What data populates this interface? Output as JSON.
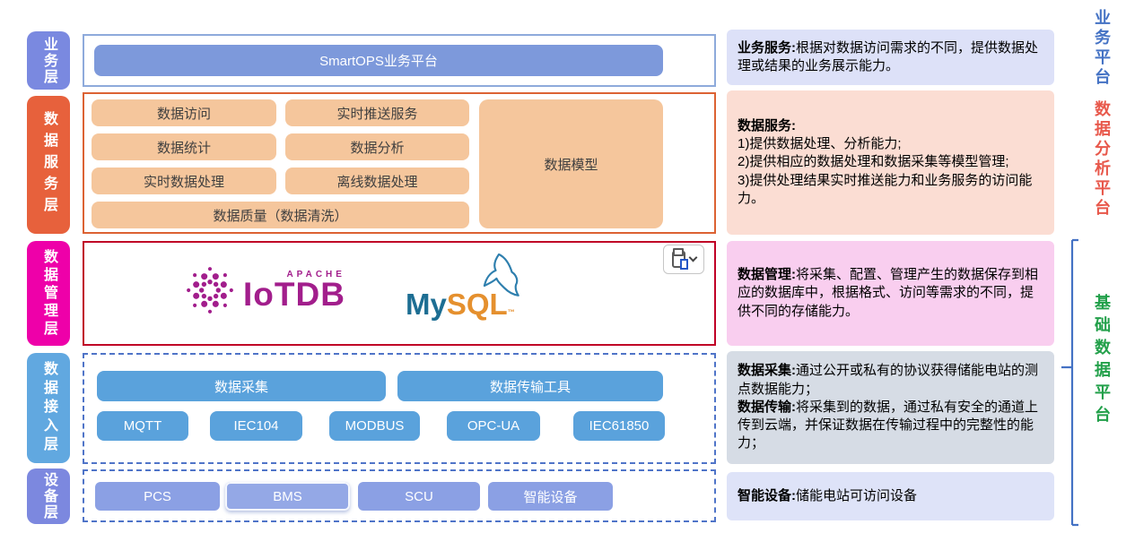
{
  "sidebar": {
    "items": [
      {
        "label": "业务层",
        "color": "#7A89E0"
      },
      {
        "label": "数据服务层",
        "color": "#E7613C"
      },
      {
        "label": "数据管理层",
        "color": "#EE00A9"
      },
      {
        "label": "数据接入层",
        "color": "#61A8E0"
      },
      {
        "label": "设备层",
        "color": "#7C88DF"
      }
    ]
  },
  "main": {
    "business": {
      "bar": "SmartOPS业务平台"
    },
    "services": {
      "grid": [
        "数据访问",
        "实时推送服务",
        "数据统计",
        "数据分析",
        "实时数据处理",
        "离线数据处理"
      ],
      "wide": "数据质量（数据清洗）",
      "model": "数据模型"
    },
    "management": {
      "iotdb": {
        "apache": "APACHE",
        "name": "IoTDB"
      },
      "mysql": {
        "my": "My",
        "sql": "SQL",
        "tm": "™"
      }
    },
    "access": {
      "bars": [
        "数据采集",
        "数据传输工具"
      ],
      "protocols": [
        "MQTT",
        "IEC104",
        "MODBUS",
        "OPC-UA",
        "IEC61850"
      ]
    },
    "devices": {
      "boxes": [
        "PCS",
        "BMS",
        "SCU",
        "智能设备"
      ]
    }
  },
  "descriptions": [
    {
      "bold1": "业务服务:",
      "text1": "根据对数据访问需求的不同，提供数据处理或结果的业务展示能力。",
      "bg": "#DDE1F8"
    },
    {
      "bold1": "数据服务:",
      "text1": "\n1)提供数据处理、分析能力;\n2)提供相应的数据处理和数据采集等模型管理;\n3)提供处理结果实时推送能力和业务服务的访问能力。",
      "bg": "#FBDDD3"
    },
    {
      "bold1": "数据管理:",
      "text1": "将采集、配置、管理产生的数据保存到相应的数据库中，根据格式、访问等需求的不同，提供不同的存储能力。",
      "bg": "#F9CEEF"
    },
    {
      "bold1": "数据采集:",
      "text1": "通过公开或私有的协议获得储能电站的测点数据能力；\n",
      "bold2": "数据传输:",
      "text2": "将采集到的数据，通过私有安全的通道上传到云端，并保证数据在传输过程中的完整性的能力；",
      "bg": "#D6DCE5"
    },
    {
      "bold1": "智能设备:",
      "text1": "储能电站可访问设备",
      "bg": "#DEE3F8"
    }
  ],
  "platforms": [
    {
      "label": "业务平台",
      "color": "#4472C4"
    },
    {
      "label": "数据分析平台",
      "color": "#E8584B"
    },
    {
      "label": "基础数据平台",
      "color": "#22A04A"
    }
  ],
  "colors": {
    "service_box": "#F5C69C",
    "access_box": "#5AA2DC",
    "device_box": "#8BA0E4",
    "business_bar": "#7D99DB",
    "border_business": "#8EAADB",
    "border_service": "#DC6233",
    "border_management": "#C00026",
    "border_dashed": "#4F74C8",
    "iotdb_magenta": "#A21E8C",
    "mysql_blue": "#1D6E93",
    "mysql_orange": "#E5902E",
    "bracket_blue": "#4472C4"
  }
}
